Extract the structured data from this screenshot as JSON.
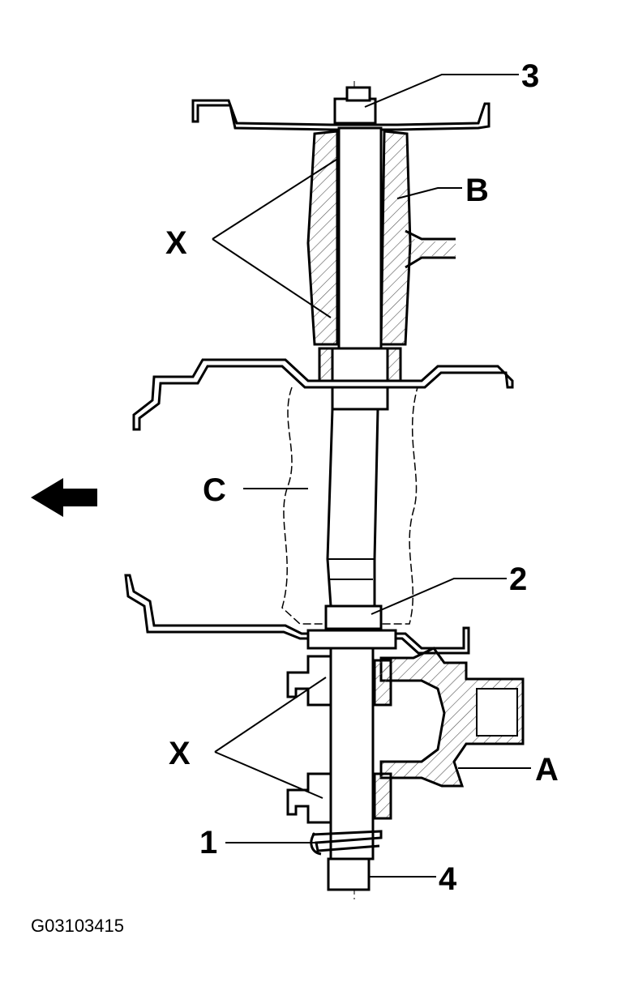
{
  "callouts": {
    "c3": "3",
    "cb": "B",
    "cx_upper": "X",
    "cc": "C",
    "c2": "2",
    "cx_lower": "X",
    "ca": "A",
    "c1": "1",
    "c4": "4"
  },
  "document_id": "G03103415",
  "colors": {
    "ink": "#000000",
    "paper": "#ffffff",
    "hatch": "#555555"
  },
  "icons": {
    "direction_arrow": "arrow-left-icon"
  }
}
